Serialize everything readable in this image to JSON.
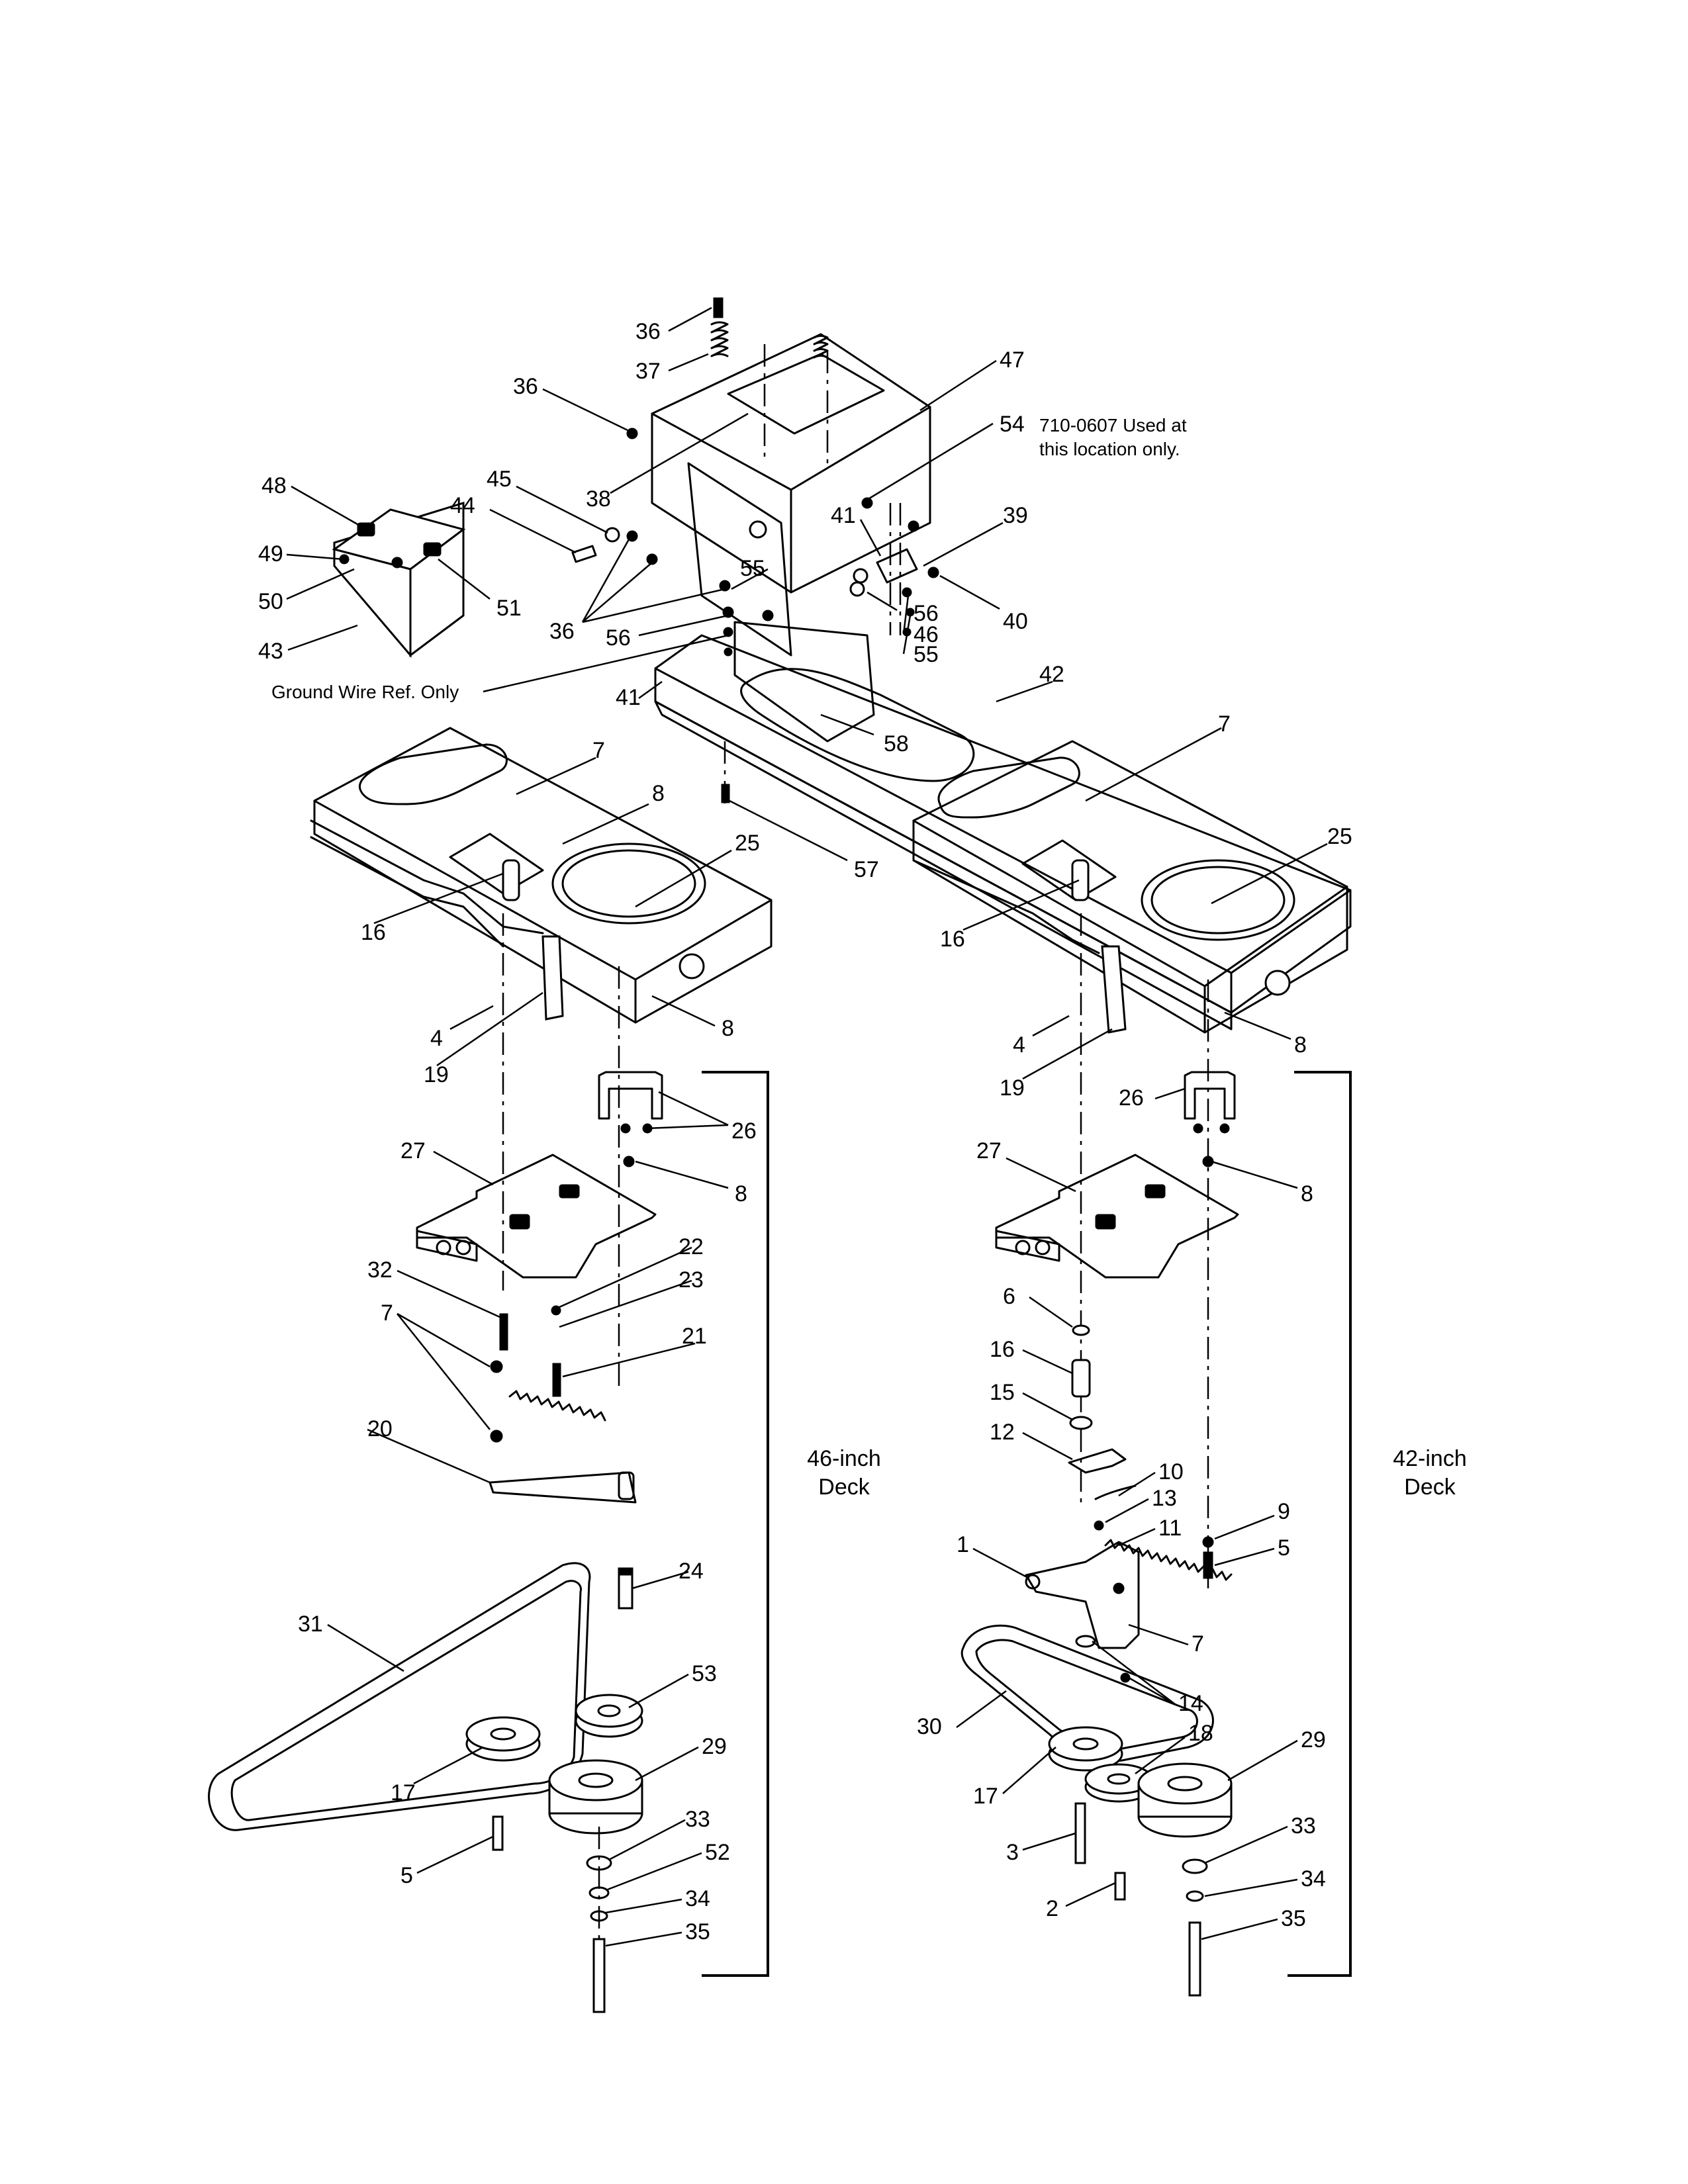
{
  "annotations": {
    "used_at_line1": "710-0607 Used at",
    "used_at_line2": "this location only.",
    "ground_wire": "Ground Wire Ref. Only",
    "deck46_line1": "46-inch",
    "deck46_line2": "Deck",
    "deck42_line1": "42-inch",
    "deck42_line2": "Deck"
  },
  "callouts": {
    "top": [
      "36",
      "37",
      "36",
      "47",
      "54",
      "45",
      "44",
      "38",
      "48",
      "49",
      "50",
      "51",
      "43",
      "41",
      "39",
      "40",
      "56",
      "46",
      "55",
      "55",
      "56",
      "36",
      "42",
      "41",
      "58"
    ],
    "frame": [
      "7",
      "8",
      "25",
      "16",
      "57",
      "4",
      "19",
      "8",
      "7",
      "25",
      "16",
      "4",
      "19",
      "8"
    ],
    "deck46": [
      "26",
      "8",
      "27",
      "22",
      "23",
      "32",
      "7",
      "21",
      "20",
      "24",
      "31",
      "53",
      "29",
      "17",
      "33",
      "52",
      "34",
      "35",
      "5"
    ],
    "deck42": [
      "26",
      "8",
      "27",
      "6",
      "16",
      "15",
      "12",
      "10",
      "13",
      "11",
      "9",
      "5",
      "1",
      "7",
      "14",
      "30",
      "18",
      "29",
      "17",
      "33",
      "3",
      "34",
      "2",
      "35"
    ]
  }
}
